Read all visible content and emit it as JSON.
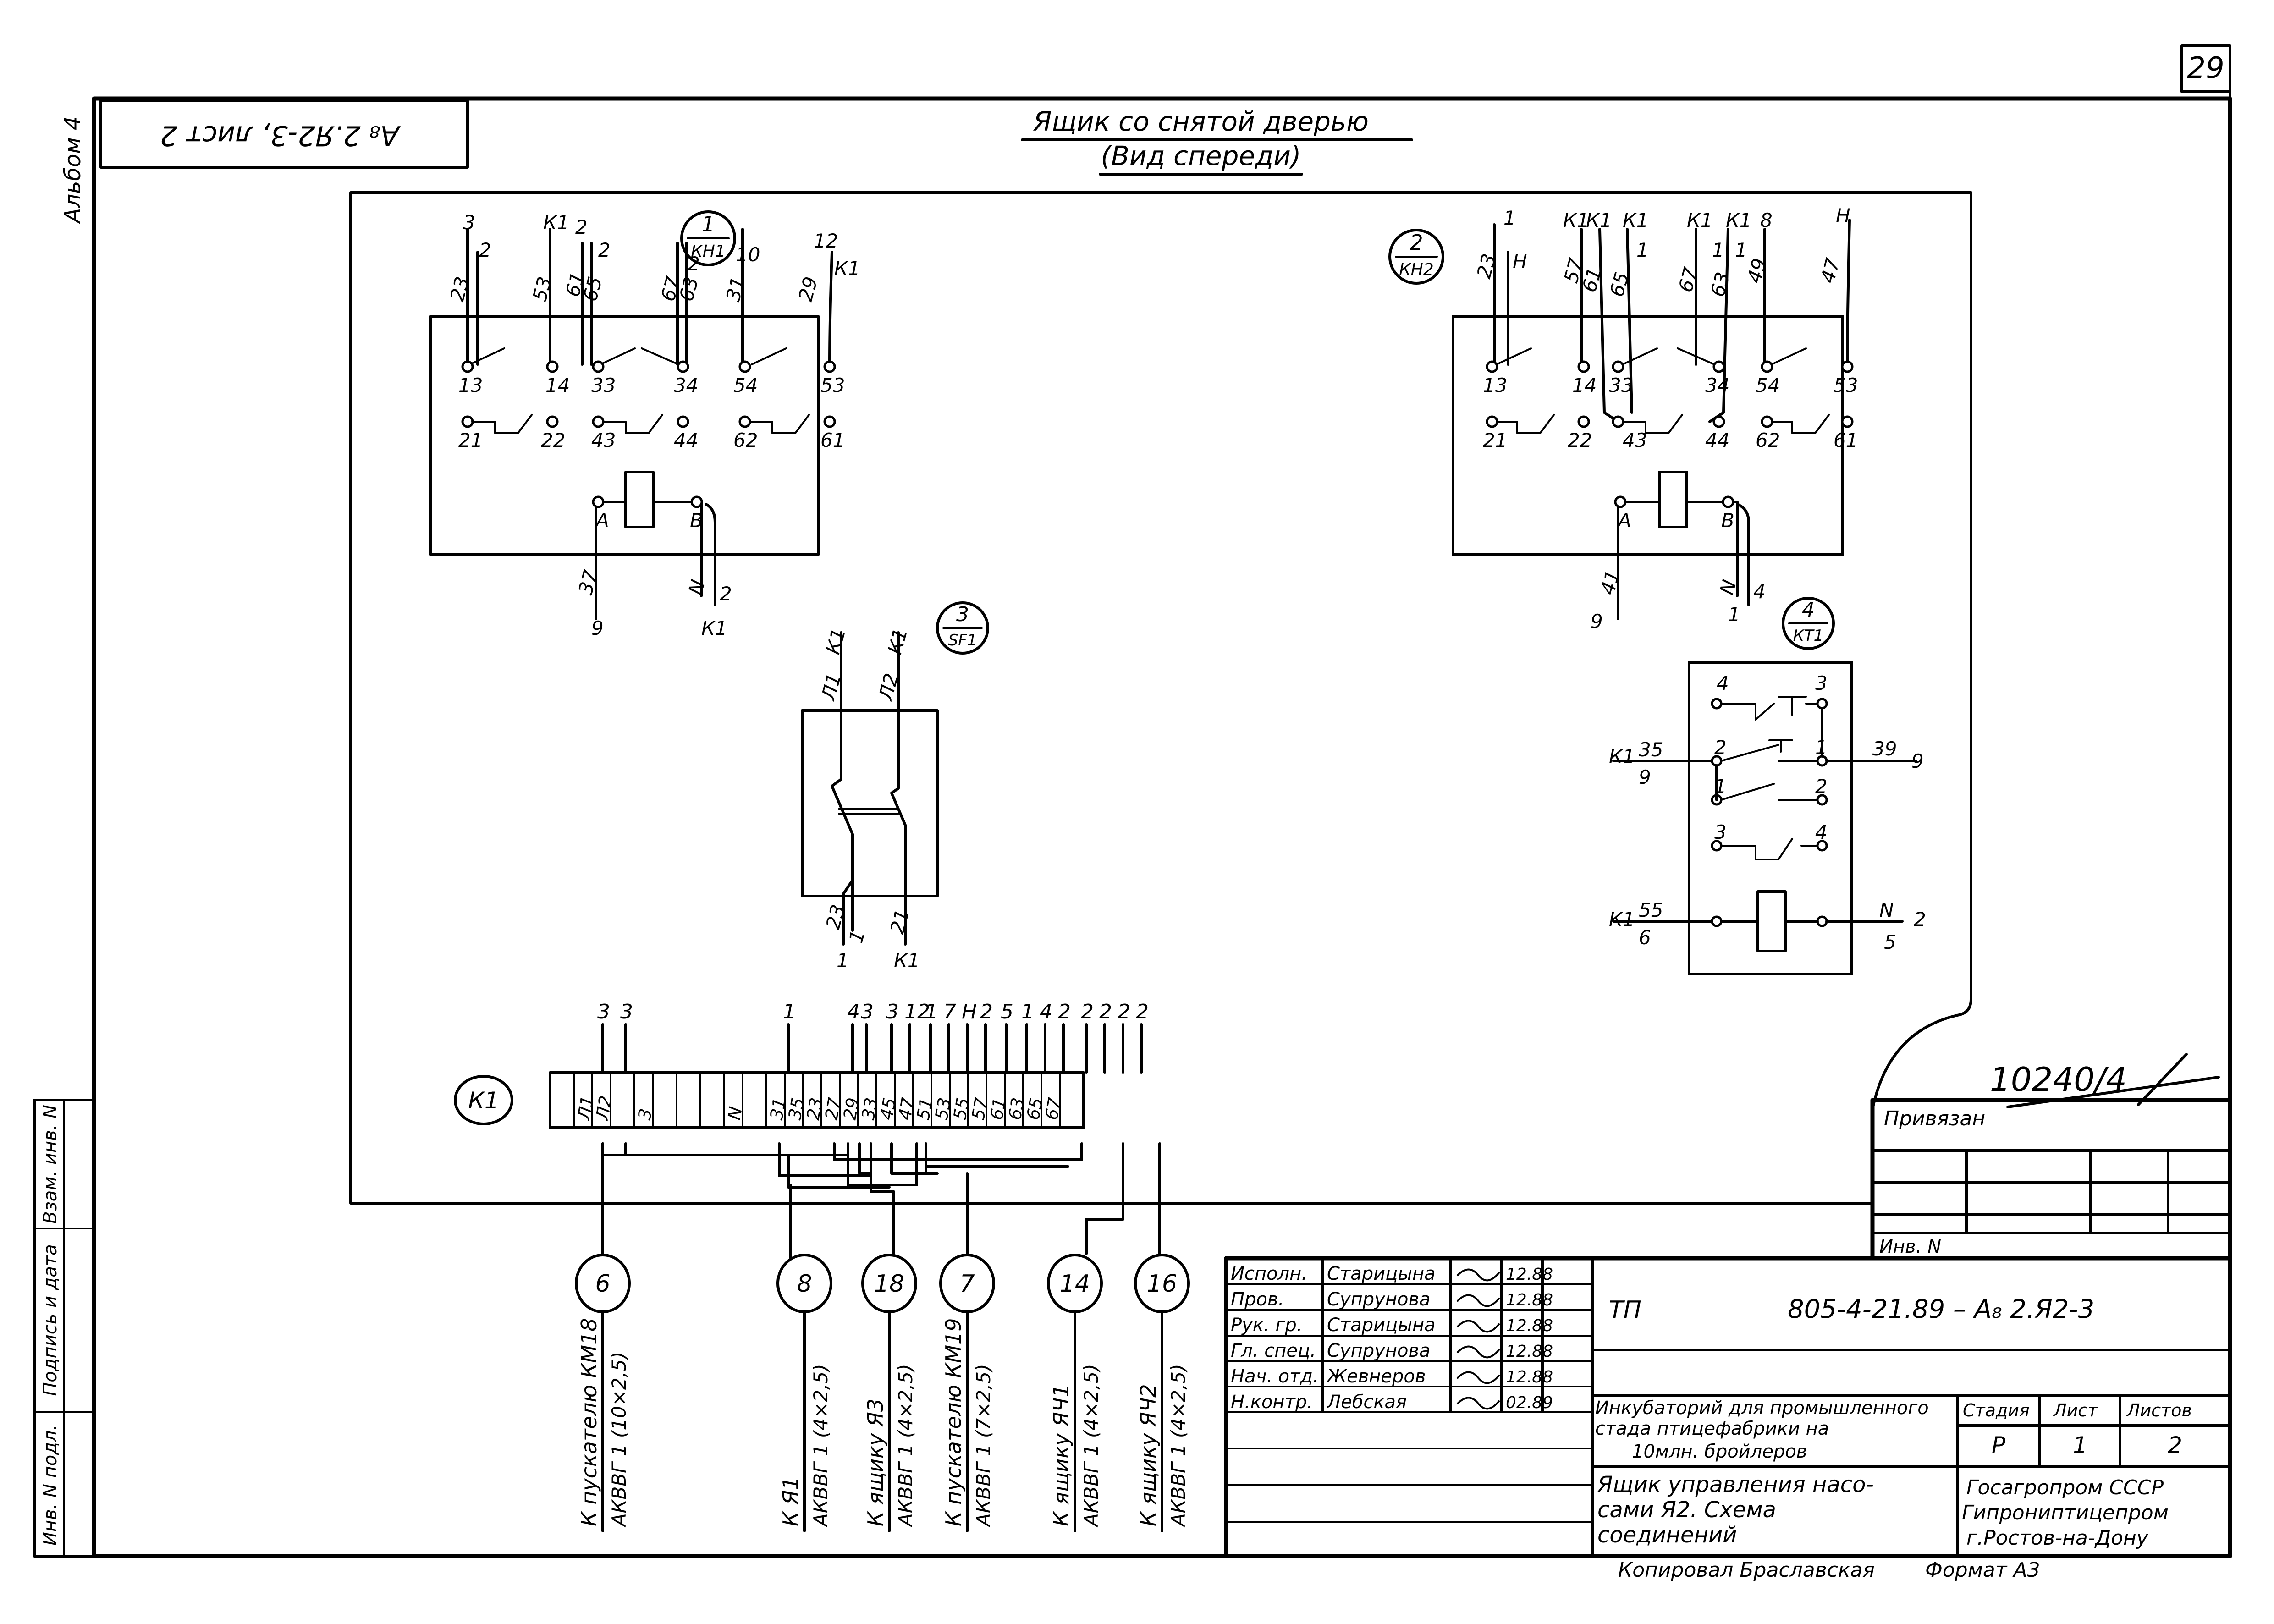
{
  "sheet": {
    "page_no": "29",
    "album": "Альбом 4",
    "stamp_rotated": "А₈ 2.Я2-3, лист 2",
    "view_title": "Ящик со снятой дверью",
    "view_subtitle": "(Вид спереди)",
    "binding_no": "10240/4",
    "side_labels": [
      "Инв. N подл.",
      "Подпись и дата",
      "Взам. инв. N"
    ]
  },
  "devices": {
    "kn1": {
      "tag_num": "1",
      "tag_code": "КН1",
      "wire_top": [
        "3",
        "2",
        "К1",
        "2",
        "2",
        "2",
        "10",
        "12",
        "К1"
      ],
      "wire_mid": [
        "23",
        "53",
        "61",
        "65",
        "67",
        "63",
        "31",
        "29"
      ],
      "terminals_row1": [
        "13",
        "14",
        "33",
        "34",
        "54",
        "53"
      ],
      "terminals_row2": [
        "21",
        "22",
        "43",
        "44",
        "62",
        "61"
      ],
      "coil": [
        "А",
        "В"
      ],
      "wire_bottom": [
        "37",
        "9",
        "N",
        "2",
        "К1"
      ]
    },
    "kn2": {
      "tag_num": "2",
      "tag_code": "КН2",
      "wire_top": [
        "1",
        "К1",
        "К1",
        "К1",
        "К1",
        "К1",
        "8",
        "Н",
        "Н",
        "1",
        "1",
        "1"
      ],
      "wire_mid": [
        "23",
        "57",
        "61",
        "65",
        "67",
        "63",
        "49",
        "47"
      ],
      "terminals_row1": [
        "13",
        "14",
        "33",
        "34",
        "54",
        "53"
      ],
      "terminals_row2": [
        "21",
        "22",
        "43",
        "44",
        "62",
        "61"
      ],
      "coil": [
        "А",
        "В"
      ],
      "wire_bottom": [
        "41",
        "9",
        "N",
        "4",
        "1"
      ]
    },
    "sf1": {
      "tag_num": "3",
      "tag_code": "SF1",
      "top": [
        "Л1",
        "Л2",
        "К1",
        "К1"
      ],
      "bottom": [
        "23",
        "1",
        "1",
        "21",
        "К1"
      ]
    },
    "kt1": {
      "tag_num": "4",
      "tag_code": "КТ1",
      "c1": [
        "4",
        "3"
      ],
      "c2": [
        "2",
        "1"
      ],
      "c3": [
        "1",
        "2"
      ],
      "c4": [
        "3",
        "4"
      ],
      "left_wire": [
        "К1",
        "35",
        "9"
      ],
      "right_wire": [
        "39",
        "9"
      ],
      "coil_left": [
        "К1",
        "55",
        "6"
      ],
      "coil_right": [
        "N",
        "2",
        "5"
      ]
    },
    "k1": {
      "tag": "К1",
      "cells": [
        "",
        "Л1",
        "Л2",
        "",
        "3",
        "",
        "",
        "",
        "N",
        "",
        "31",
        "35",
        "23",
        "27",
        "29",
        "33",
        "45",
        "47",
        "51",
        "53",
        "55",
        "57",
        "61",
        "63",
        "65",
        "67",
        ""
      ],
      "above": [
        "3",
        "3",
        "1",
        "4",
        "3",
        "3",
        "12",
        "1",
        "7",
        "Н",
        "2",
        "5",
        "1",
        "4",
        "2",
        "2",
        "2",
        "2",
        "2"
      ]
    }
  },
  "cables": [
    {
      "num": "6",
      "dest": "К пускателю КМ18",
      "cable": "АКВВГ 1 (10×2,5)"
    },
    {
      "num": "8",
      "dest": "К Я1",
      "cable": "АКВВГ 1 (4×2,5)"
    },
    {
      "num": "18",
      "dest": "К ящику Я3",
      "cable": "АКВВГ 1 (4×2,5)"
    },
    {
      "num": "7",
      "dest": "К пускателю КМ19",
      "cable": "АКВВГ 1 (7×2,5)"
    },
    {
      "num": "14",
      "dest": "К ящику ЯЧ1",
      "cable": "АКВВГ 1 (4×2,5)"
    },
    {
      "num": "16",
      "dest": "К ящику ЯЧ2",
      "cable": "АКВВГ 1 (4×2,5)"
    }
  ],
  "titleblock": {
    "binding_label": "Привязан",
    "inv_label": "Инв. N",
    "signatures": [
      {
        "role": "Исполн.",
        "name": "Старицына",
        "date": "12.88"
      },
      {
        "role": "Пров.",
        "name": "Супрунова",
        "date": "12.88"
      },
      {
        "role": "Рук. гр.",
        "name": "Старицына",
        "date": "12.88"
      },
      {
        "role": "Гл. спец.",
        "name": "Супрунова",
        "date": "12.88"
      },
      {
        "role": "Нач. отд.",
        "name": "Жевнеров",
        "date": "12.88"
      },
      {
        "role": "Н.контр.",
        "name": "Лебская",
        "date": "02.89"
      }
    ],
    "code_prefix": "ТП",
    "code": "805-4-21.89 – А₈ 2.Я2-3",
    "project": [
      "Инкубаторий для промышленного",
      "стада птицефабрики на",
      "10млн. бройлеров"
    ],
    "stage_label": "Стадия",
    "sheet_label": "Лист",
    "sheets_label": "Листов",
    "stage": "Р",
    "sheet": "1",
    "sheets": "2",
    "drawing_title": [
      "Ящик управления насо-",
      "сами Я2. Схема",
      "соединений"
    ],
    "org": [
      "Госагропром СССР",
      "Гипрониптицепром",
      "г.Ростов-на-Дону"
    ],
    "copied_by": "Копировал Браславская",
    "format": "Формат А3"
  }
}
